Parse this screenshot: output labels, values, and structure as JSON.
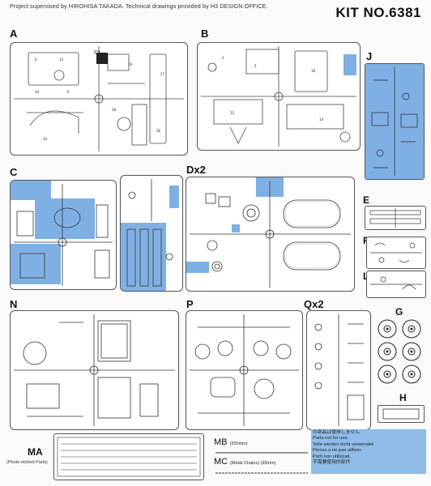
{
  "header": {
    "credit": "Project supervised by HIROHISA TAKADA. Technical drawings provided by H3 DESIGN OFFICE.",
    "kit_number": "KIT NO.6381"
  },
  "sprues": {
    "A": "A",
    "B": "B",
    "J": "J",
    "C": "C",
    "D": "Dx2",
    "E": "E",
    "R": "R",
    "L": "L",
    "N": "N",
    "P": "P",
    "Q": "Qx2",
    "G": "G",
    "H": "H",
    "MA": "MA",
    "MB": "MB",
    "MC": "MC"
  },
  "captions": {
    "ma_sub": "(Photo-etched Parts)",
    "mb_sub": "(320mm)",
    "mc_sub": "(Metal Chains) (35mm)"
  },
  "not_for_use": [
    "の部品は使用しません",
    "Parts not for use.",
    "Teile werden nicht verwendet.",
    "Pieces a ne pas utiliser.",
    "Parti non utilizzati.",
    "不需要使用的部件"
  ],
  "colors": {
    "unused_parts": "#7fb0e4",
    "outline": "#555555"
  }
}
